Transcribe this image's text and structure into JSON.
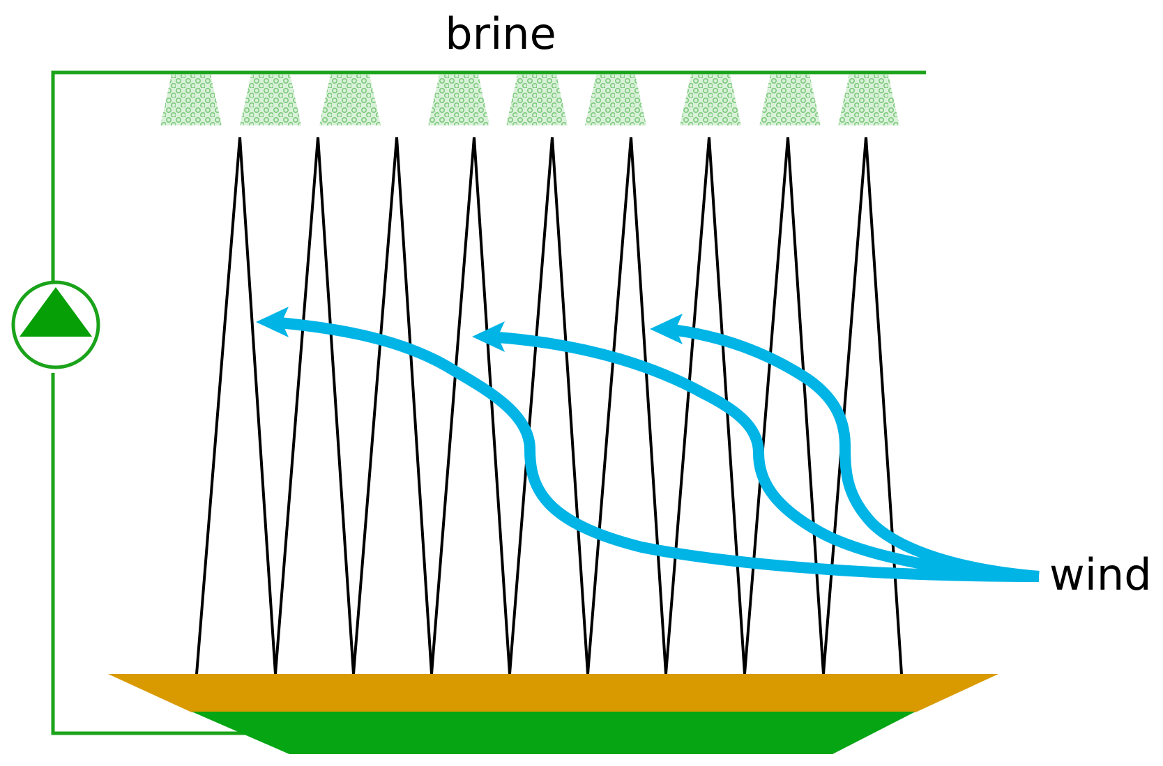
{
  "labels": {
    "top": "brine",
    "right": "wind"
  },
  "colors": {
    "brine_pipe": "#1aa31a",
    "pump": "#06a006",
    "nozzle_spray": "#9bd89b",
    "thorn_lines": "#000000",
    "wind_arrows": "#00b4e6",
    "basin_top": "#d99a00",
    "basin_bottom": "#05a514"
  },
  "components": {
    "pump_icon": "pump-triangle-in-circle",
    "spray_nozzles": 9,
    "thorn_walls": 10,
    "wind_arrows": 3
  }
}
